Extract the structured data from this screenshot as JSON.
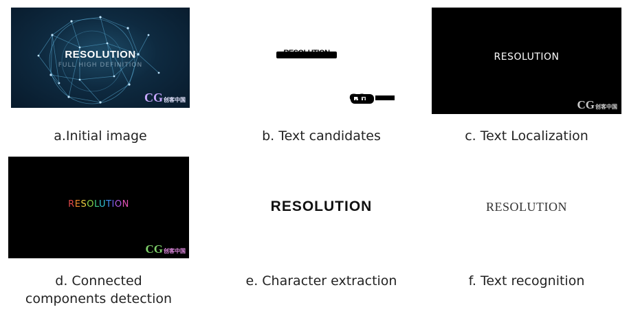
{
  "panels": {
    "a": {
      "title": "RESOLUTION",
      "subtitle": "FULL HIGH DEFINITION",
      "logo": "CG",
      "logo_cn": "创客中国",
      "caption": "a.Initial image"
    },
    "b": {
      "title": "RESOLUTION",
      "logo": "CG",
      "caption": "b. Text candidates"
    },
    "c": {
      "title": "RESOLUTION",
      "logo": "CG",
      "logo_cn": "创客中国",
      "caption": "c. Text Localization"
    },
    "d": {
      "letters": [
        "R",
        "E",
        "S",
        "O",
        "L",
        "U",
        "T",
        "I",
        "O",
        "N"
      ],
      "letter_colors": [
        "#e04848",
        "#f08a2c",
        "#f0d040",
        "#8cd44a",
        "#3fcf8a",
        "#33c7d8",
        "#3f8ef0",
        "#6f63f0",
        "#b35ae6",
        "#e453b6"
      ],
      "logo": "CG",
      "logo_cn": "创客中国",
      "caption_line1": "d. Connected",
      "caption_line2": "components detection"
    },
    "e": {
      "title": "RESOLUTION",
      "caption": "e. Character extraction"
    },
    "f": {
      "title": "RESOLUTION",
      "caption": "f. Text recognition"
    }
  },
  "colors": {
    "background": "#ffffff",
    "panel_dark": "#000000",
    "network_blue": "#5fb4df"
  }
}
